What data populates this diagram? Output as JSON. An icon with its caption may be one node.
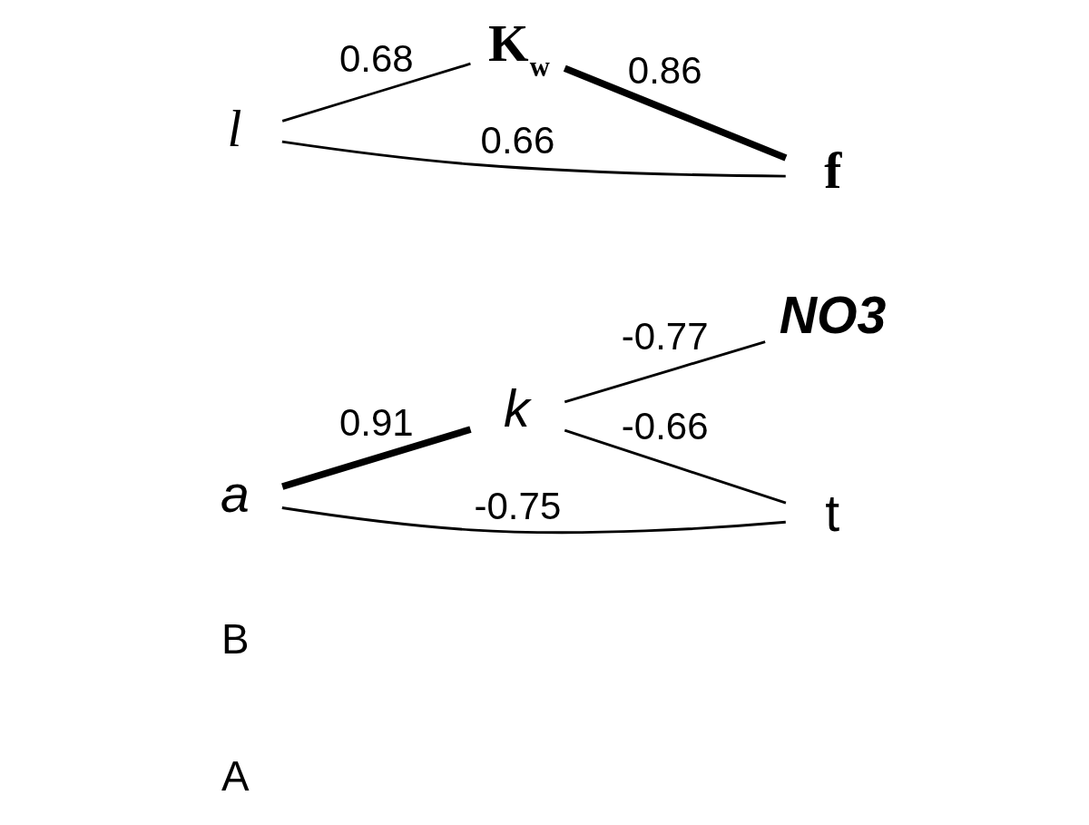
{
  "diagram": {
    "nodes": [
      {
        "text": [
          "a"
        ]
      },
      {
        "text": [
          "k"
        ]
      },
      {
        "text": [
          "NO3"
        ]
      },
      {
        "text": [
          "t"
        ]
      },
      {
        "text": [
          "K$_{w}$"
        ]
      },
      {
        "text": [
          "l"
        ]
      },
      {
        "text": [
          "f"
        ]
      }
    ],
    "edges": [
      {
        "from": 0,
        "to": 1,
        "arrow": "none",
        "label": "0.91",
        "style": "thick"
      },
      {
        "from": 1,
        "to": 2,
        "arrow": "none",
        "label": "-0.77"
      },
      {
        "from": 0,
        "to": 3,
        "arrow": "none",
        "label": "-0.75"
      },
      {
        "from": 1,
        "to": 3,
        "arrow": "none",
        "label": "-0.66"
      },
      {
        "from": 5,
        "to": 4,
        "arrow": "none",
        "label": "0.68"
      },
      {
        "from": 4,
        "to": 6,
        "arrow": "none",
        "label": "0.86",
        "style": "thick"
      },
      {
        "from": 5,
        "to": 6,
        "arrow": "none",
        "label": "0.66"
      }
    ],
    "labels": [
      "A",
      "B"
    ]
  }
}
